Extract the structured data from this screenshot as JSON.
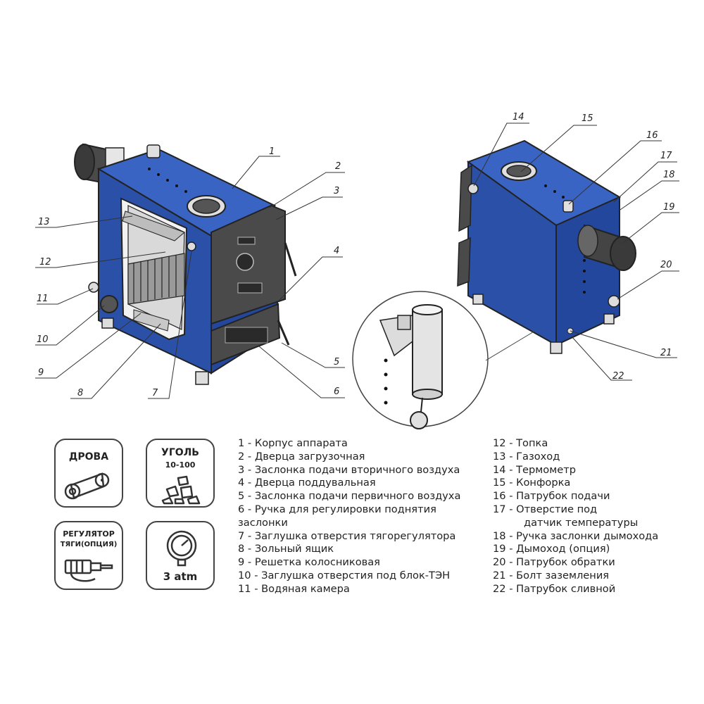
{
  "callouts": [
    "1",
    "2",
    "3",
    "4",
    "5",
    "6",
    "7",
    "8",
    "9",
    "10",
    "11",
    "12",
    "13",
    "14",
    "15",
    "16",
    "17",
    "18",
    "19",
    "20",
    "21",
    "22"
  ],
  "badges": {
    "wood": {
      "title": "ДРОВА"
    },
    "coal": {
      "title": "УГОЛЬ",
      "subtitle": "10-100"
    },
    "regulator": {
      "title_line1": "РЕГУЛЯТОР",
      "title_line2": "ТЯГИ(ОПЦИЯ)"
    },
    "pressure": {
      "value": "3 atm"
    }
  },
  "legend_left": [
    "1 - Корпус аппарата",
    "2 - Дверца загрузочная",
    "3 - Заслонка подачи вторичного воздуха",
    "4 - Дверца поддувальная",
    "5 - Заслонка подачи первичного воздуха",
    "6 - Ручка для регулировки поднятия",
    "заслонки",
    "7 - Заглушка отверстия тягорегулятора",
    "8 - Зольный ящик",
    "9 - Решетка колосниковая",
    "10 - Заглушка отверстия под блок-ТЭН",
    "11 - Водяная камера"
  ],
  "legend_right": [
    "12 - Топка",
    "13 - Газоход",
    "14 - Термометр",
    "15 - Конфорка",
    "16 - Патрубок подачи",
    "17 - Отверстие под",
    "датчик температуры",
    "18 - Ручка заслонки дымохода",
    "19 - Дымоход (опция)",
    "20 - Патрубок обратки",
    "21 - Болт заземления",
    "22 - Патрубок сливной"
  ],
  "colors": {
    "body_blue": "#2b50a8",
    "body_blue_dark": "#1f3c86",
    "door_gray": "#4a4a4a",
    "outline": "#222222"
  }
}
